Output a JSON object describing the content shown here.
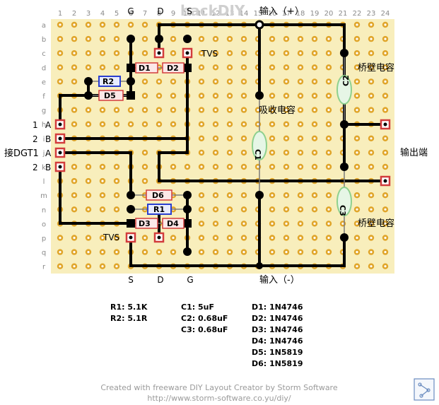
{
  "board": {
    "columns": [
      "1",
      "2",
      "3",
      "4",
      "5",
      "6",
      "7",
      "8",
      "9",
      "10",
      "11",
      "12",
      "13",
      "14",
      "15",
      "16",
      "17",
      "18",
      "19",
      "20",
      "21",
      "22",
      "23",
      "24"
    ],
    "rows": [
      "a",
      "b",
      "c",
      "d",
      "e",
      "f",
      "g",
      "h",
      "i",
      "j",
      "k",
      "l",
      "m",
      "n",
      "o",
      "p",
      "q",
      "r"
    ]
  },
  "watermark": "hackDIY",
  "labels": {
    "top_g": "G",
    "top_d": "D",
    "top_s": "S",
    "input_plus": "输入（+）",
    "tvs_top": "TVS",
    "tvs_bottom": "TVS",
    "bridge_cap_top": "桥壁电容",
    "bridge_cap_bottom": "桥壁电容",
    "snubber_cap": "吸收电容",
    "output": "输出端",
    "input_minus": "输入（-）",
    "bottom_s": "S",
    "bottom_d": "D",
    "bottom_g": "G",
    "left_1": "1",
    "left_a1": "A",
    "left_2a": "2",
    "left_b1": "B",
    "left_dgt": "接DGT1",
    "left_a2": "A",
    "left_2b": "2",
    "left_b2": "B"
  },
  "components": {
    "D1": "D1",
    "D2": "D2",
    "D3": "D3",
    "D4": "D4",
    "D5": "D5",
    "D6": "D6",
    "R1": "R1",
    "R2": "R2",
    "C1": "C1",
    "C2": "C2",
    "C3": "C3"
  },
  "bom": {
    "resistors": [
      "R1: 5.1K",
      "R2: 5.1R"
    ],
    "capacitors": [
      "C1: 5uF",
      "C2: 0.68uF",
      "C3: 0.68uF"
    ],
    "diodes": [
      "D1: 1N4746",
      "D2: 1N4746",
      "D3: 1N4746",
      "D4: 1N4746",
      "D5: 1N5819",
      "D6: 1N5819"
    ]
  },
  "credit": {
    "line1": "Created with freeware DIY Layout Creator by Storm Software",
    "line2": "http://www.storm-software.co.yu/diy/"
  },
  "colors": {
    "board": "#f8eebc",
    "pad": "#e0a52a",
    "wire": "#000000",
    "diode_red": "#d23c3c",
    "resistor_blue": "#2a3fd0",
    "cap_green": "#8ed08e"
  }
}
